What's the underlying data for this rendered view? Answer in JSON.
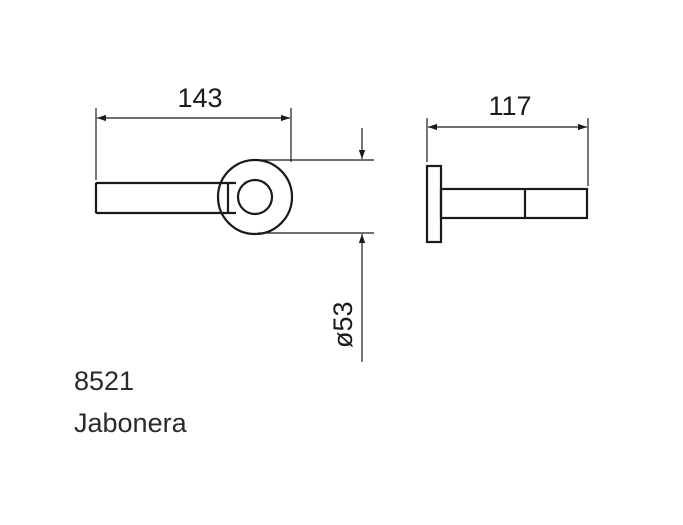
{
  "dimensions": {
    "front_width": "143",
    "side_width": "117",
    "diameter": "53",
    "diameter_symbol": "ø"
  },
  "caption": {
    "model_number": "8521",
    "product_name": "Jabonera"
  },
  "colors": {
    "line": "#1a1a1a",
    "text": "#2a2a2a",
    "background": "#ffffff"
  }
}
